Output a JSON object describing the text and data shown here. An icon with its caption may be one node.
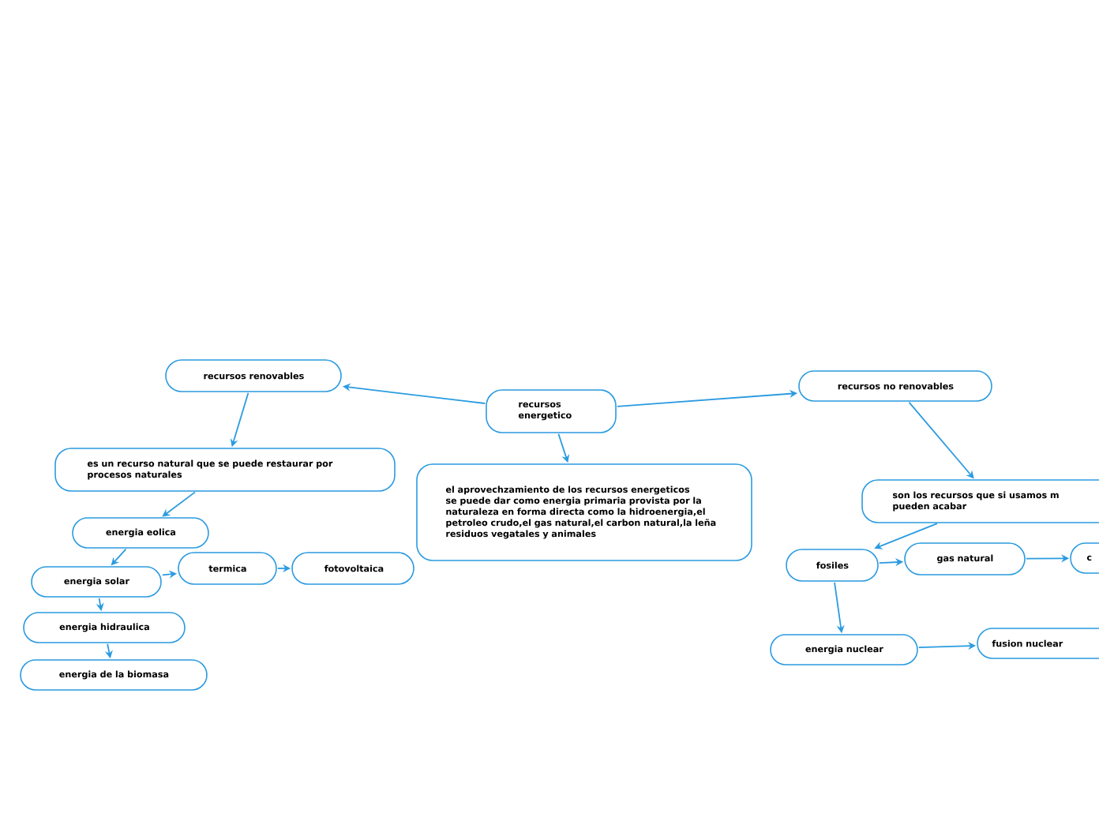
{
  "diagram": {
    "nodes": [
      {
        "text": [
          "recursos energetico"
        ]
      },
      {
        "text": [
          "recursos renovables"
        ]
      },
      {
        "text": [
          "recursos no renovables"
        ]
      },
      {
        "text": [
          "el aprovechzamiento de los recursos energeticos se puede dar como energia primaria provista por la naturaleza en forma directa como la hidroenergia,el petroleo crudo,el gas natural,el carbon natural,la leña residuos vegatales y animales"
        ]
      },
      {
        "text": [
          "es un recurso natural que se puede restaurar por procesos naturales"
        ]
      },
      {
        "text": [
          "energia eolica"
        ]
      },
      {
        "text": [
          "energia solar"
        ]
      },
      {
        "text": [
          "termica"
        ]
      },
      {
        "text": [
          "fotovoltaica"
        ]
      },
      {
        "text": [
          "energia hidraulica"
        ]
      },
      {
        "text": [
          "energia de la biomasa"
        ]
      },
      {
        "text": [
          "son los recursos que si usamos m pueden acabar"
        ]
      },
      {
        "text": [
          "fosiles"
        ]
      },
      {
        "text": [
          "gas natural"
        ]
      },
      {
        "text": [
          "c"
        ]
      },
      {
        "text": [
          "energia nuclear"
        ]
      },
      {
        "text": [
          "fusion nuclear"
        ]
      }
    ],
    "edges": [
      {
        "from": 0,
        "to": 1,
        "arrow": "to"
      },
      {
        "from": 0,
        "to": 2,
        "arrow": "to"
      },
      {
        "from": 0,
        "to": 3,
        "arrow": "to"
      },
      {
        "from": 1,
        "to": 4,
        "arrow": "to"
      },
      {
        "from": 4,
        "to": 5,
        "arrow": "to"
      },
      {
        "from": 5,
        "to": 6,
        "arrow": "to"
      },
      {
        "from": 6,
        "to": 7,
        "arrow": "to"
      },
      {
        "from": 7,
        "to": 8,
        "arrow": "to"
      },
      {
        "from": 6,
        "to": 9,
        "arrow": "to"
      },
      {
        "from": 9,
        "to": 10,
        "arrow": "to"
      },
      {
        "from": 2,
        "to": 11,
        "arrow": "to"
      },
      {
        "from": 11,
        "to": 12,
        "arrow": "to"
      },
      {
        "from": 12,
        "to": 13,
        "arrow": "to"
      },
      {
        "from": 13,
        "to": 14,
        "arrow": "to"
      },
      {
        "from": 12,
        "to": 15,
        "arrow": "to"
      },
      {
        "from": 15,
        "to": 16,
        "arrow": "to"
      }
    ]
  }
}
